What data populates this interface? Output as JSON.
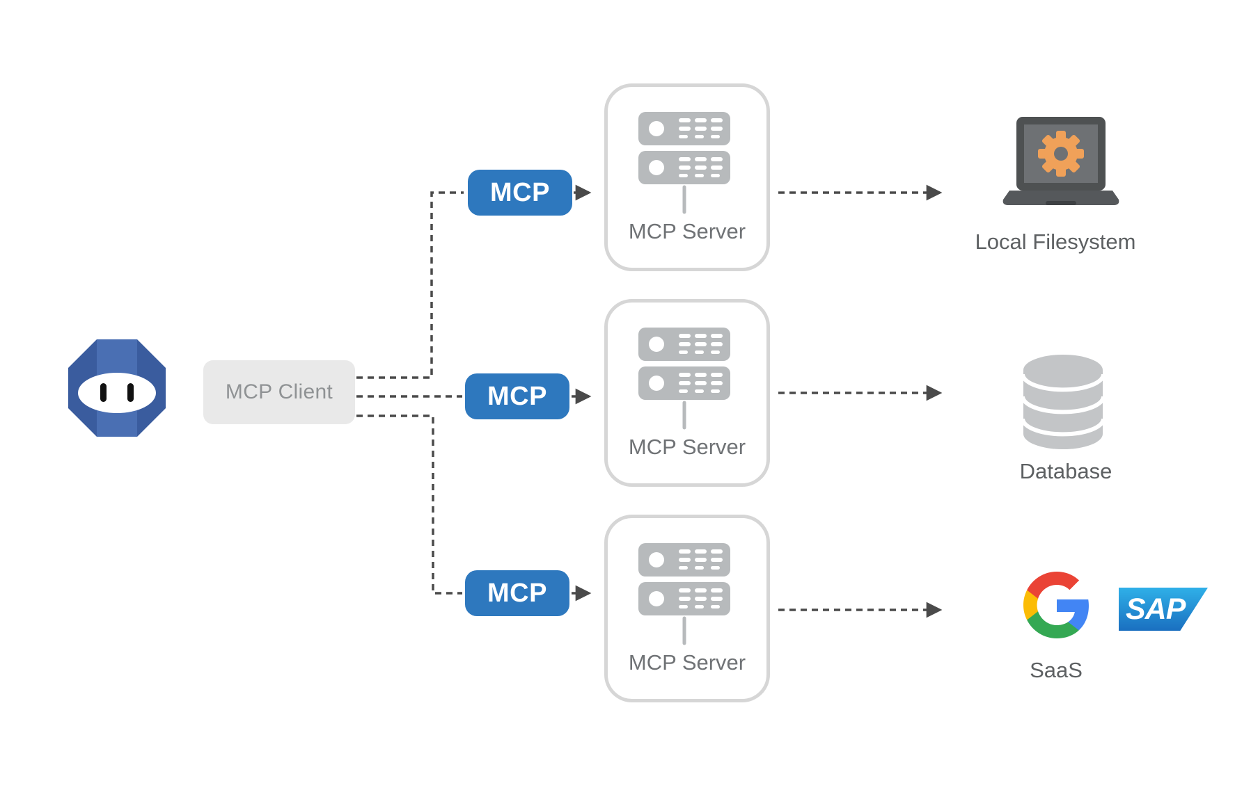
{
  "client": {
    "label": "MCP Client"
  },
  "badges": [
    {
      "label": "MCP"
    },
    {
      "label": "MCP"
    },
    {
      "label": "MCP"
    }
  ],
  "servers": [
    {
      "label": "MCP Server"
    },
    {
      "label": "MCP Server"
    },
    {
      "label": "MCP Server"
    }
  ],
  "resources": {
    "filesystem": {
      "label": "Local Filesystem",
      "icon": "laptop-gear-icon"
    },
    "database": {
      "label": "Database",
      "icon": "database-icon"
    },
    "saas": {
      "label": "SaaS",
      "icons": [
        "google-logo-icon",
        "sap-logo-icon"
      ],
      "sap_wordmark": "SAP"
    }
  },
  "colors": {
    "badge_blue": "#2e78be",
    "robot_blue_dark": "#3a5c9e",
    "robot_blue_light": "#4a6fb3",
    "client_box_bg": "#e9e9e9",
    "client_text": "#8f9294",
    "server_box_border": "#d6d6d6",
    "server_icon_gray": "#b7babc",
    "server_label_gray": "#6f7275",
    "resource_label_gray": "#5d6062",
    "connector_gray": "#4a4a4a",
    "gear_orange": "#f0a159",
    "laptop_dark": "#4e5152",
    "laptop_screen": "#6e7174",
    "database_gray": "#c3c5c7",
    "sap_blue_top": "#2fb0e8",
    "sap_blue_bottom": "#1a6fc0"
  }
}
